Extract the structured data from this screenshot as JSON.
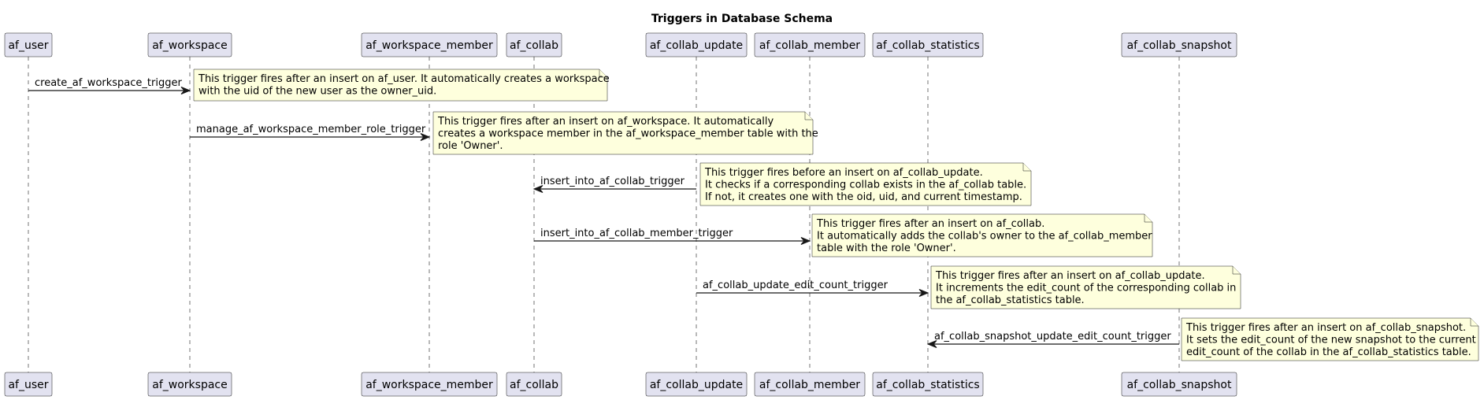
{
  "title": "Triggers in Database Schema",
  "participants": [
    {
      "id": "af_user",
      "label": "af_user"
    },
    {
      "id": "af_workspace",
      "label": "af_workspace"
    },
    {
      "id": "af_workspace_member",
      "label": "af_workspace_member"
    },
    {
      "id": "af_collab",
      "label": "af_collab"
    },
    {
      "id": "af_collab_update",
      "label": "af_collab_update"
    },
    {
      "id": "af_collab_member",
      "label": "af_collab_member"
    },
    {
      "id": "af_collab_statistics",
      "label": "af_collab_statistics"
    },
    {
      "id": "af_collab_snapshot",
      "label": "af_collab_snapshot"
    }
  ],
  "messages": [
    {
      "from": "af_user",
      "to": "af_workspace",
      "label": "create_af_workspace_trigger",
      "note": [
        "This trigger fires after an insert on af_user. It automatically creates a workspace",
        "with the uid of the new user as the owner_uid."
      ]
    },
    {
      "from": "af_workspace",
      "to": "af_workspace_member",
      "label": "manage_af_workspace_member_role_trigger",
      "note": [
        "This trigger fires after an insert on af_workspace. It automatically",
        "creates a workspace member in the af_workspace_member table with the",
        "role 'Owner'."
      ]
    },
    {
      "from": "af_collab_update",
      "to": "af_collab",
      "label": "insert_into_af_collab_trigger",
      "note": [
        "This trigger fires before an insert on af_collab_update.",
        "It checks if a corresponding collab exists in the af_collab table.",
        "If not, it creates one with the oid, uid, and current timestamp."
      ]
    },
    {
      "from": "af_collab",
      "to": "af_collab_member",
      "label": "insert_into_af_collab_member_trigger",
      "note": [
        "This trigger fires after an insert on af_collab.",
        "It automatically adds the collab's owner to the af_collab_member",
        "table with the role 'Owner'."
      ]
    },
    {
      "from": "af_collab_update",
      "to": "af_collab_statistics",
      "label": "af_collab_update_edit_count_trigger",
      "note": [
        "This trigger fires after an insert on af_collab_update.",
        "It increments the edit_count of the corresponding collab in",
        "the af_collab_statistics table."
      ]
    },
    {
      "from": "af_collab_snapshot",
      "to": "af_collab_statistics",
      "label": "af_collab_snapshot_update_edit_count_trigger",
      "note": [
        "This trigger fires after an insert on af_collab_snapshot.",
        "It sets the edit_count of the new snapshot to the current",
        "edit_count of the collab in the af_collab_statistics table."
      ]
    }
  ]
}
